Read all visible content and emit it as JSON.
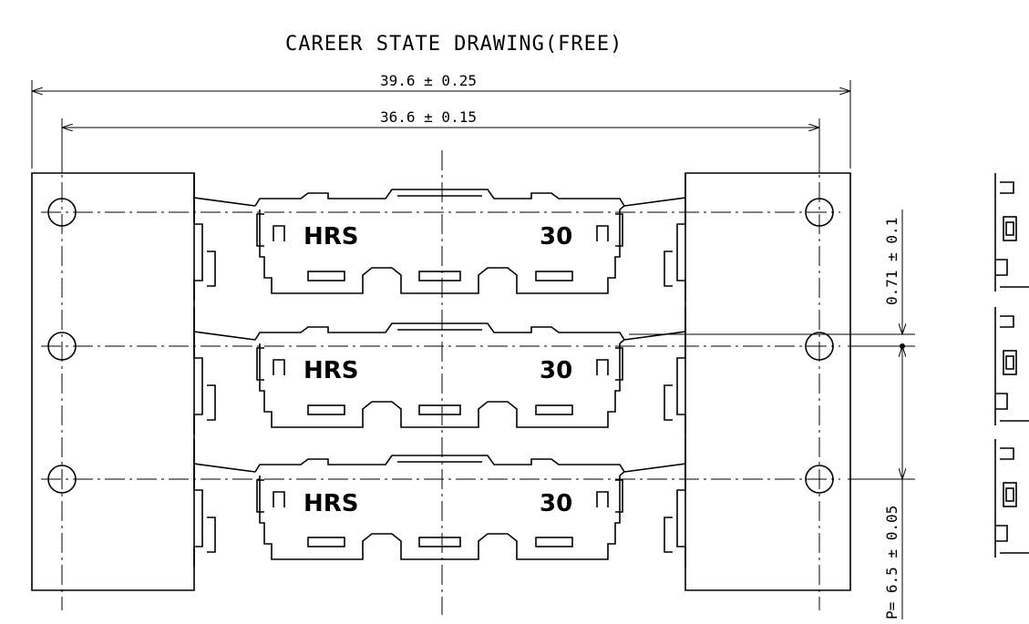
{
  "title": "CAREER STATE DRAWING(FREE)",
  "dimensions": {
    "overall_length": "39.6 ± 0.25",
    "hole_pitch_length": "36.6 ± 0.15",
    "offset": "0.71 ± 0.1",
    "pitch": "P= 6.5 ± 0.05"
  },
  "part_markings": {
    "brand": "HRS",
    "number": "30"
  },
  "carrier_rows": 3,
  "colors": {
    "line": "#000000",
    "background": "#ffffff"
  }
}
